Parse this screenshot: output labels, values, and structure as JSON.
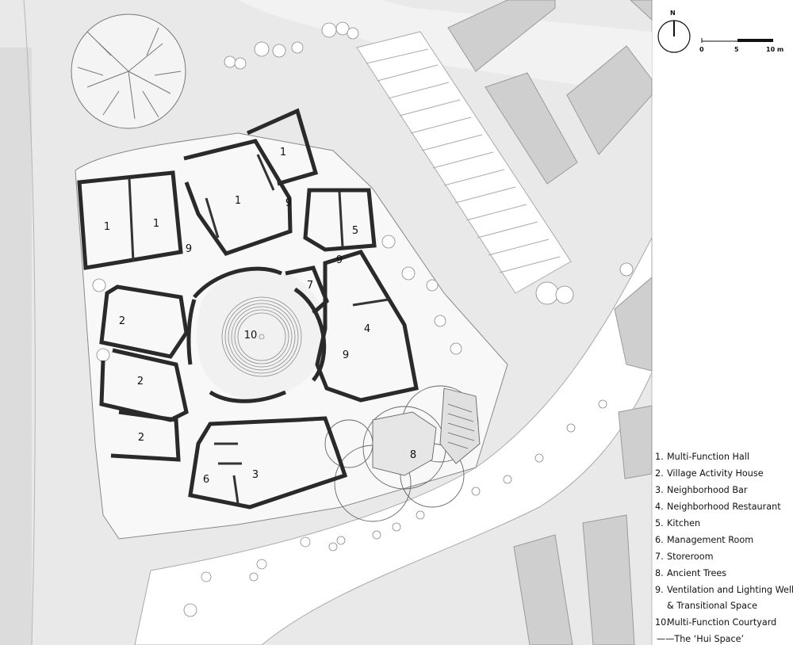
{
  "north_label": "N",
  "scale": {
    "zero": "0",
    "mid": "5",
    "end": "10 m"
  },
  "rooms": {
    "r1a": "1",
    "r1b": "1",
    "r1c": "1",
    "r1d": "1",
    "r2a": "2",
    "r2b": "2",
    "r2c": "2",
    "r3": "3",
    "r4": "4",
    "r5": "5",
    "r6": "6",
    "r7": "7",
    "r8": "8",
    "r9a": "9",
    "r9b": "9",
    "r9c": "9",
    "r9d": "9",
    "r10": "10"
  },
  "legend": [
    {
      "num": "1.",
      "text": "Multi-Function Hall"
    },
    {
      "num": "2.",
      "text": "Village Activity House"
    },
    {
      "num": "3.",
      "text": "Neighborhood Bar"
    },
    {
      "num": "4.",
      "text": "Neighborhood Restaurant"
    },
    {
      "num": "5.",
      "text": "Kitchen"
    },
    {
      "num": "6.",
      "text": "Management Room"
    },
    {
      "num": "7.",
      "text": "Storeroom"
    },
    {
      "num": "8.",
      "text": "Ancient Trees"
    },
    {
      "num": "9.",
      "text": "Ventilation and Lighting Well"
    },
    {
      "num": "",
      "text": "& Transitional Space"
    },
    {
      "num": "10.",
      "text": "Multi-Function Courtyard"
    },
    {
      "num": "",
      "text": "——The  ‘Hui Space’"
    }
  ]
}
